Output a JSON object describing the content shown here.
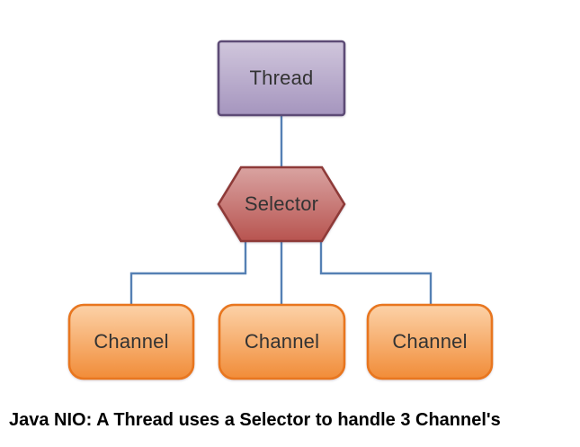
{
  "diagram": {
    "caption": "Java NIO: A Thread uses a Selector to handle 3 Channel's",
    "nodes": {
      "thread": {
        "label": "Thread",
        "shape": "rectangle"
      },
      "selector": {
        "label": "Selector",
        "shape": "hexagon"
      },
      "channels": [
        {
          "label": "Channel",
          "shape": "rounded-rectangle"
        },
        {
          "label": "Channel",
          "shape": "rounded-rectangle"
        },
        {
          "label": "Channel",
          "shape": "rounded-rectangle"
        }
      ]
    },
    "connections": [
      {
        "from": "thread",
        "to": "selector"
      },
      {
        "from": "selector",
        "to": "channel-1"
      },
      {
        "from": "selector",
        "to": "channel-2"
      },
      {
        "from": "selector",
        "to": "channel-3"
      }
    ]
  },
  "colors": {
    "background": "#ffffff",
    "thread_fill_top": "#d0c6dc",
    "thread_fill_bottom": "#a595be",
    "thread_border": "#5d4b76",
    "selector_fill_top": "#d9a3a1",
    "selector_fill_bottom": "#b85450",
    "selector_border": "#8e3a38",
    "channel_fill_top": "#fcd2a8",
    "channel_fill_bottom": "#f18c38",
    "channel_border": "#e8761f",
    "connector": "#5580b4",
    "node_text": "#333333",
    "caption_text": "#000000"
  }
}
